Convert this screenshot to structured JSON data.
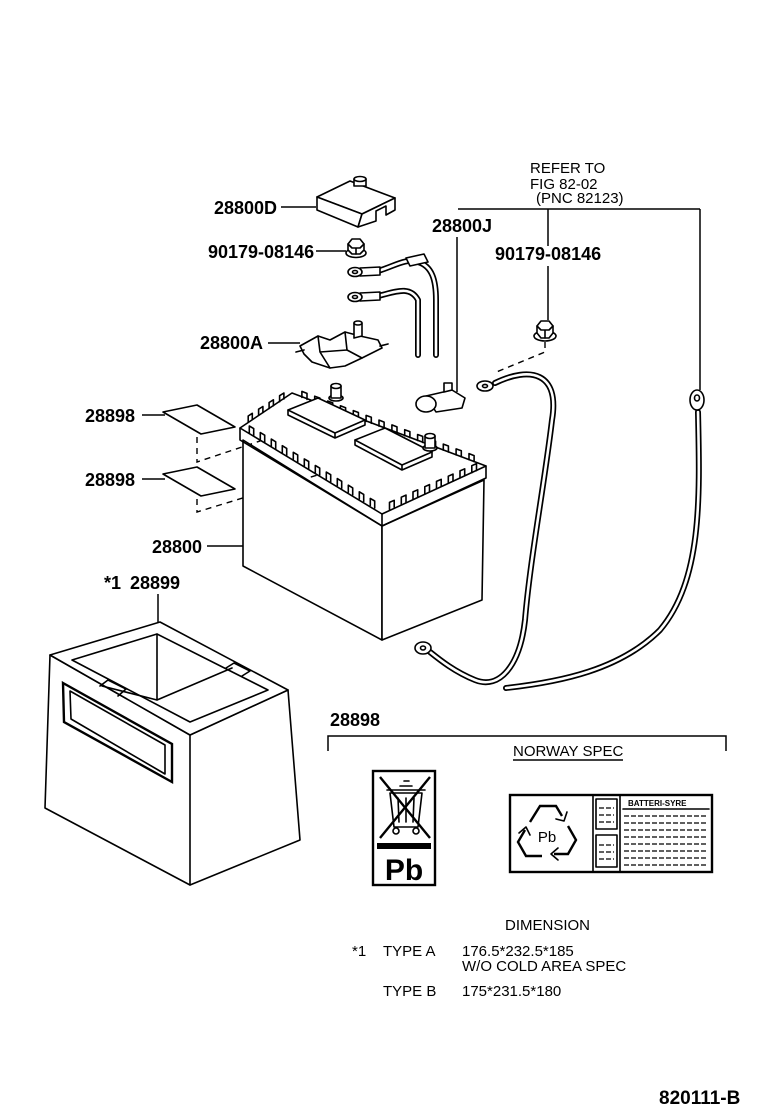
{
  "callout": {
    "refer_line1": "REFER TO",
    "refer_line2": "FIG 82-02",
    "refer_line3": "(PNC 82123)"
  },
  "part_labels": {
    "cover": "28800D",
    "nut_left": "90179-08146",
    "terminal_j": "28800J",
    "nut_right": "90179-08146",
    "terminal_a": "28800A",
    "label_upper": "28898",
    "label_lower": "28898",
    "battery": "28800",
    "tray_marker": "*1",
    "tray": "28899"
  },
  "norway_spec": {
    "part_number": "28898",
    "title": "NORWAY SPEC",
    "disposal_sticker_text": "Pb",
    "recycle_sticker_symbol_text": "Pb",
    "recycle_sticker_heading": "BATTERI-SYRE"
  },
  "dimension": {
    "heading": "DIMENSION",
    "rows": [
      {
        "marker": "*1",
        "type": "TYPE A",
        "size": "176.5*232.5*185",
        "note": "W/O COLD AREA SPEC"
      },
      {
        "type": "TYPE B",
        "size": "175*231.5*180"
      }
    ]
  },
  "figure_id": "820111-B",
  "colors": {
    "line": "#000000",
    "background": "#ffffff"
  }
}
